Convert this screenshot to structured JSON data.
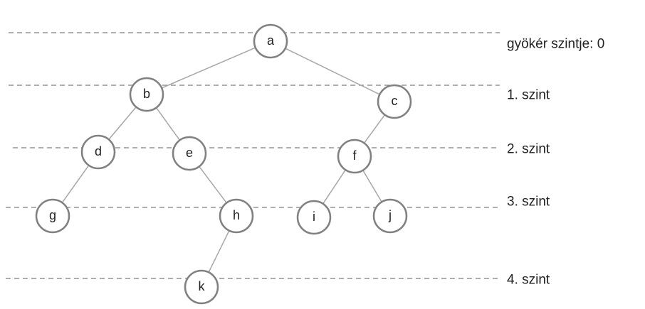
{
  "levels": [
    {
      "label": "gyökér szintje: 0"
    },
    {
      "label": "1. szint"
    },
    {
      "label": "2. szint"
    },
    {
      "label": "3. szint"
    },
    {
      "label": "4. szint"
    }
  ],
  "nodes": [
    {
      "id": "a",
      "label": "a",
      "level": 0
    },
    {
      "id": "b",
      "label": "b",
      "level": 1
    },
    {
      "id": "c",
      "label": "c",
      "level": 1
    },
    {
      "id": "d",
      "label": "d",
      "level": 2
    },
    {
      "id": "e",
      "label": "e",
      "level": 2
    },
    {
      "id": "f",
      "label": "f",
      "level": 2
    },
    {
      "id": "g",
      "label": "g",
      "level": 3
    },
    {
      "id": "h",
      "label": "h",
      "level": 3
    },
    {
      "id": "i",
      "label": "i",
      "level": 3
    },
    {
      "id": "j",
      "label": "j",
      "level": 3
    },
    {
      "id": "k",
      "label": "k",
      "level": 4
    }
  ],
  "edges": [
    {
      "from": "a",
      "to": "b"
    },
    {
      "from": "a",
      "to": "c"
    },
    {
      "from": "b",
      "to": "d"
    },
    {
      "from": "b",
      "to": "e"
    },
    {
      "from": "c",
      "to": "f"
    },
    {
      "from": "d",
      "to": "g"
    },
    {
      "from": "e",
      "to": "h"
    },
    {
      "from": "f",
      "to": "i"
    },
    {
      "from": "f",
      "to": "j"
    },
    {
      "from": "h",
      "to": "k"
    }
  ]
}
